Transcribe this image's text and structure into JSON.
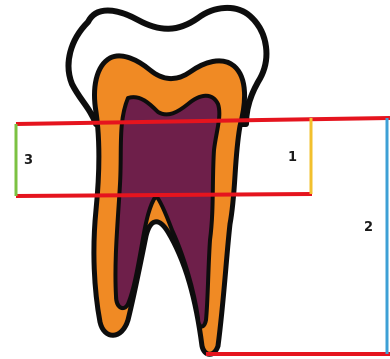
{
  "labels": {
    "measure_1": "1",
    "measure_2": "2",
    "measure_3": "3"
  },
  "colors": {
    "background": "#ffffff",
    "outline": "#0d0d0d",
    "enamel": "#ffffff",
    "dentin": "#f08a24",
    "pulp": "#6e1f4a",
    "reference_lines": "#e5141e",
    "measure_1_line": "#f2c02e",
    "measure_2_line": "#3ea0d6",
    "measure_3_line": "#7cc242"
  }
}
